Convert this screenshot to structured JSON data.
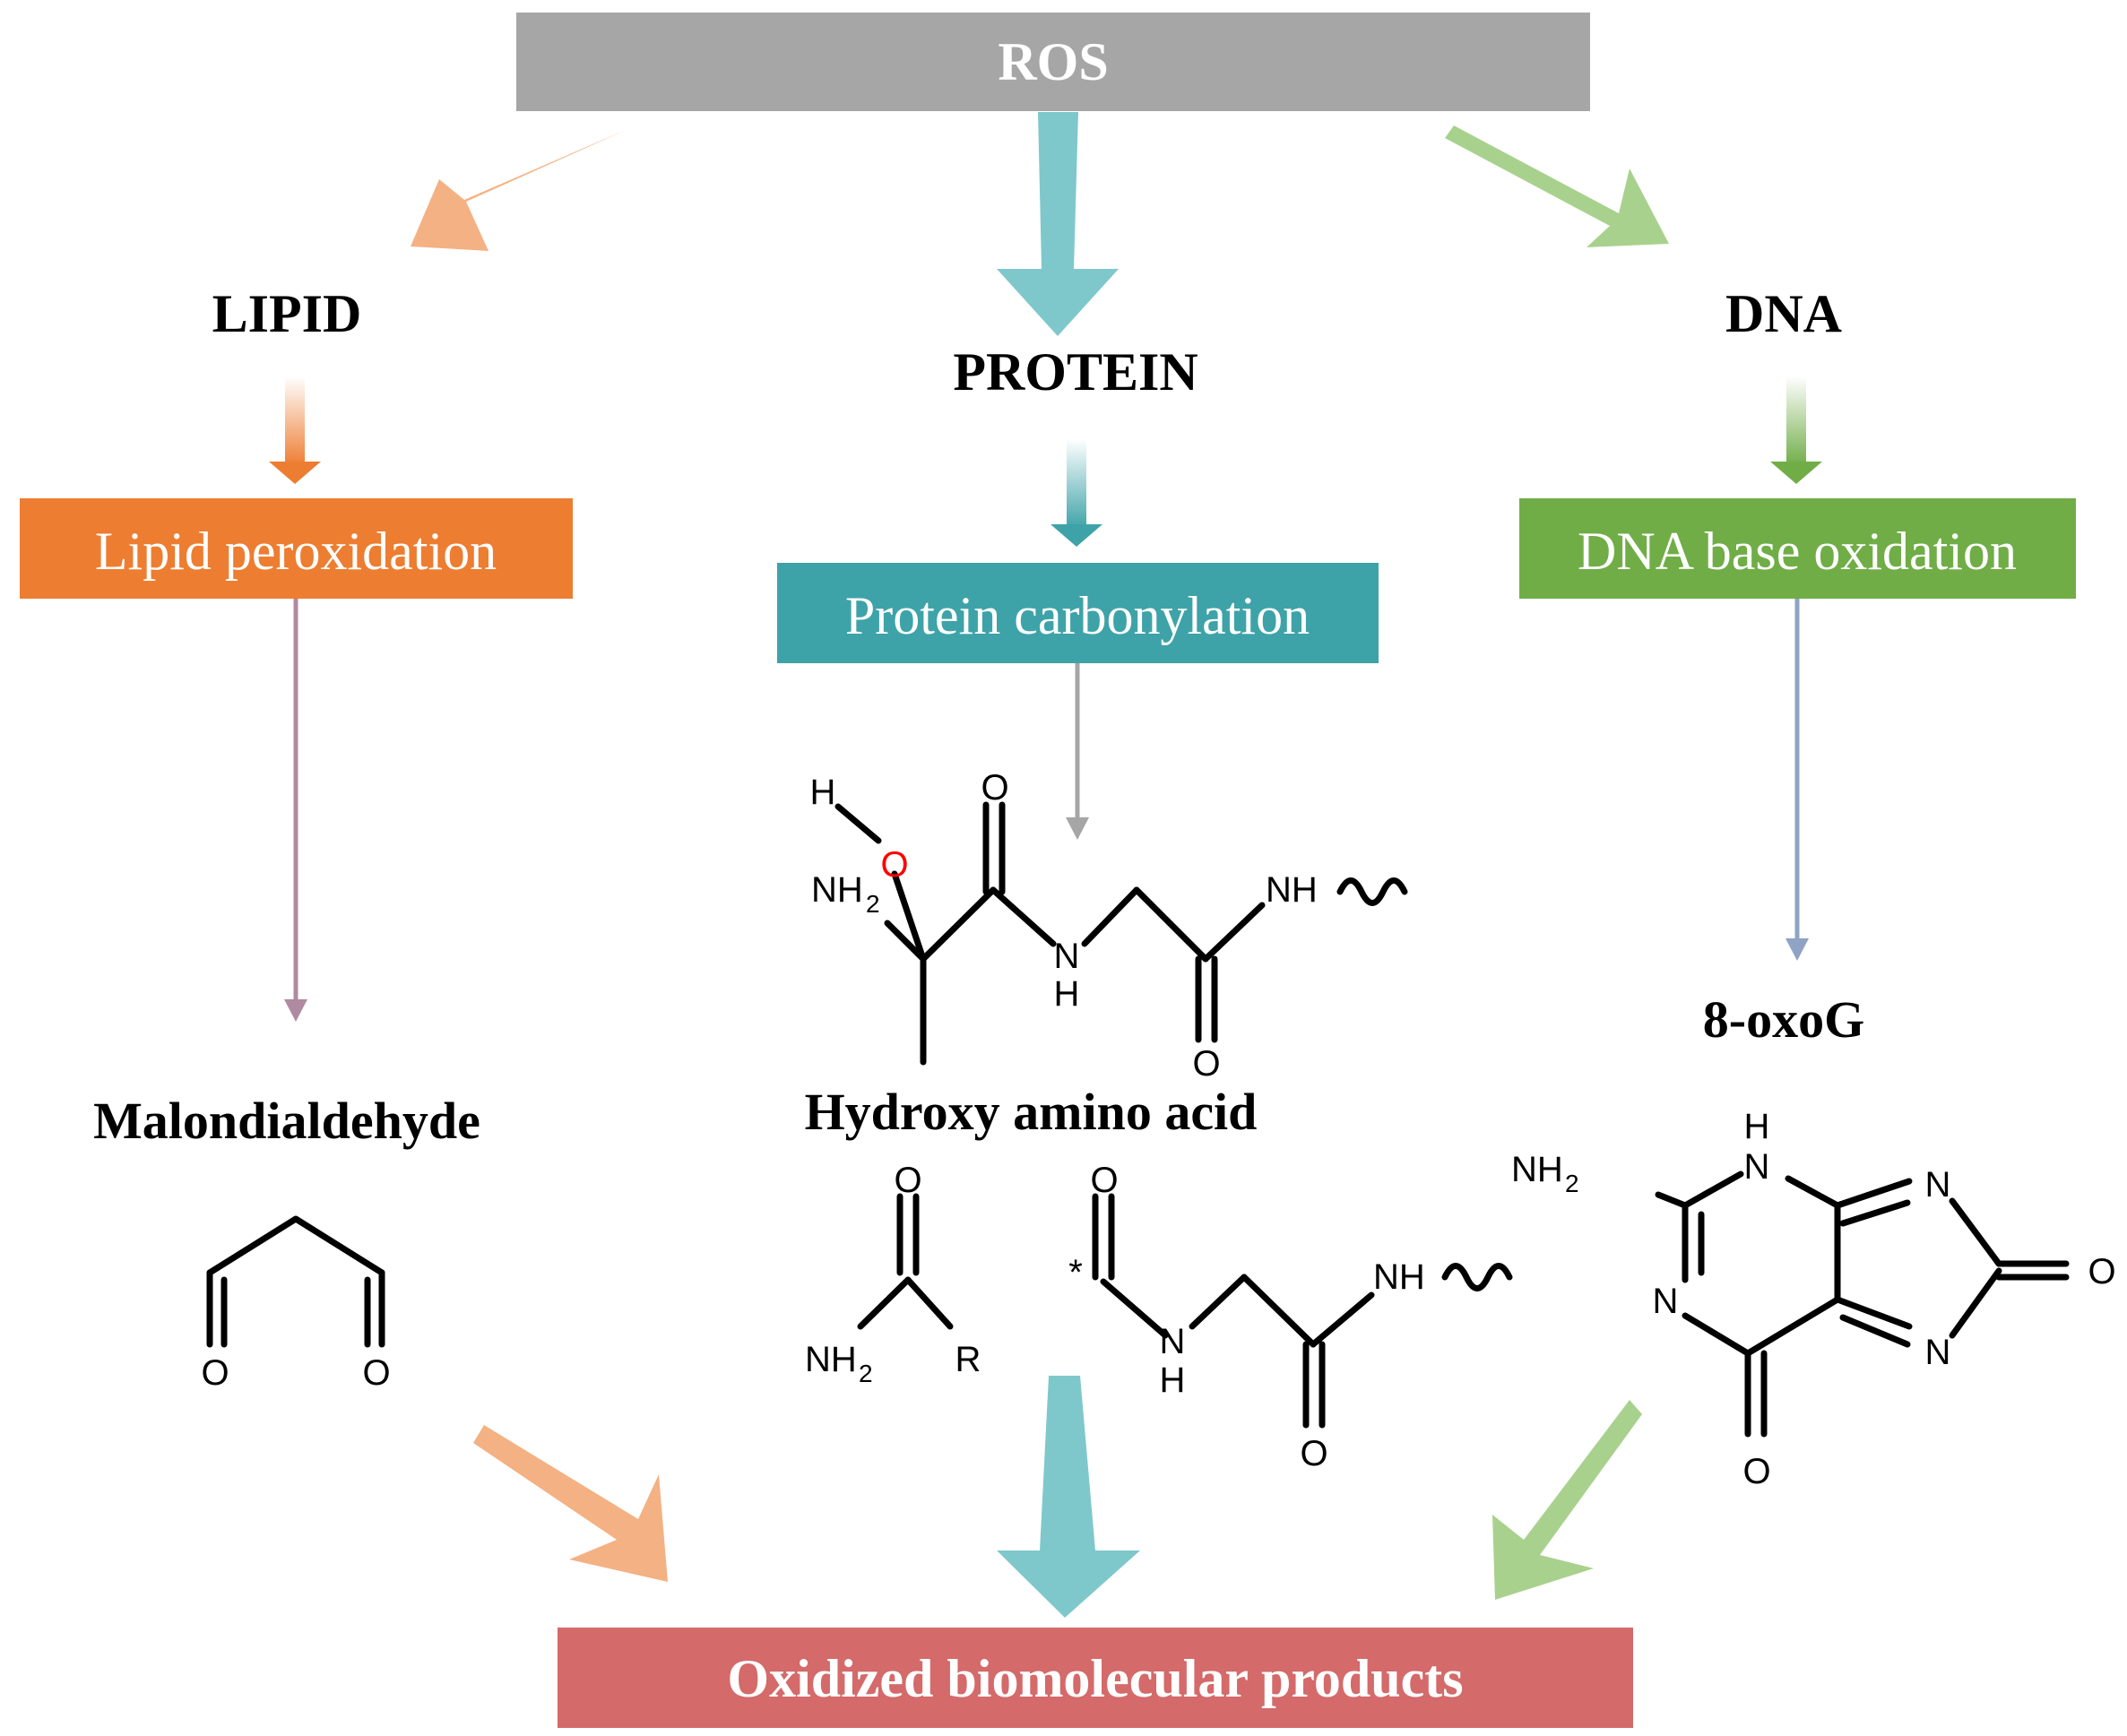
{
  "nodes": {
    "ros": "ROS",
    "lipid": "LIPID",
    "protein": "PROTEIN",
    "dna": "DNA",
    "lipid_process": "Lipid peroxidation",
    "protein_process": "Protein carbonylation",
    "dna_process": "DNA base oxidation",
    "lipid_product": "Malondialdehyde",
    "protein_product": "Hydroxy amino acid",
    "dna_product": "8-oxoG",
    "final": "Oxidized biomolecular products"
  },
  "atoms": {
    "H": "H",
    "O": "O",
    "N": "N",
    "R": "R",
    "NH": "NH",
    "NH2": "NH",
    "sub2": "2",
    "star": "*"
  },
  "colors": {
    "ros": "#a6a6a6",
    "lipid_box": "#ed7d31",
    "lipid_arrow": "#f4b183",
    "protein_box": "#3ea3a8",
    "protein_arrow": "#7ec8cc",
    "dna_box": "#70ad47",
    "dna_arrow": "#a9d18e",
    "final_box": "#d46a6a",
    "mda_arrow": "#b08aa0",
    "protein_thin_arrow": "#a6a6a6",
    "dna_thin_arrow": "#8fa3c4",
    "hydroxy_oxygen": "#ff0000"
  }
}
